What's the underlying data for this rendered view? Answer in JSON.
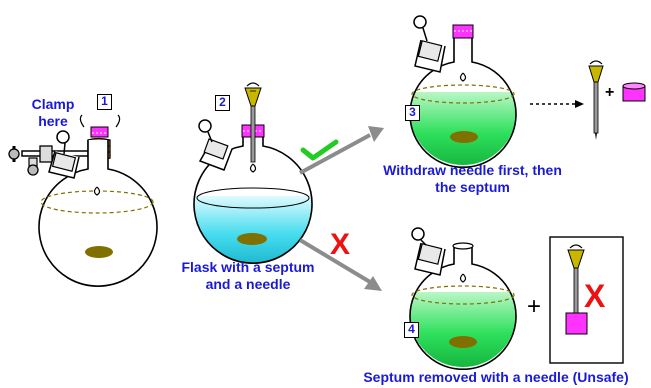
{
  "labels": {
    "clamp_here": "Clamp here",
    "flask_septum_needle": "Flask with a septum and a needle",
    "withdraw_first": "Withdraw needle first, then the septum",
    "septum_removed_unsafe": "Septum removed with a needle (Unsafe)"
  },
  "steps": [
    "1",
    "2",
    "3",
    "4"
  ],
  "symbols": {
    "plus": "+",
    "cross": "X"
  },
  "colors": {
    "text_blue": "#1a1ad6",
    "septum_magenta": "#ff33ff",
    "liquid_green": "#22dd55",
    "liquid_cyan": "#33ddee",
    "solid_olive": "#807000",
    "check_green": "#22cc22",
    "cross_red": "#ee1111",
    "arrow_gray": "#8c8c8c"
  }
}
